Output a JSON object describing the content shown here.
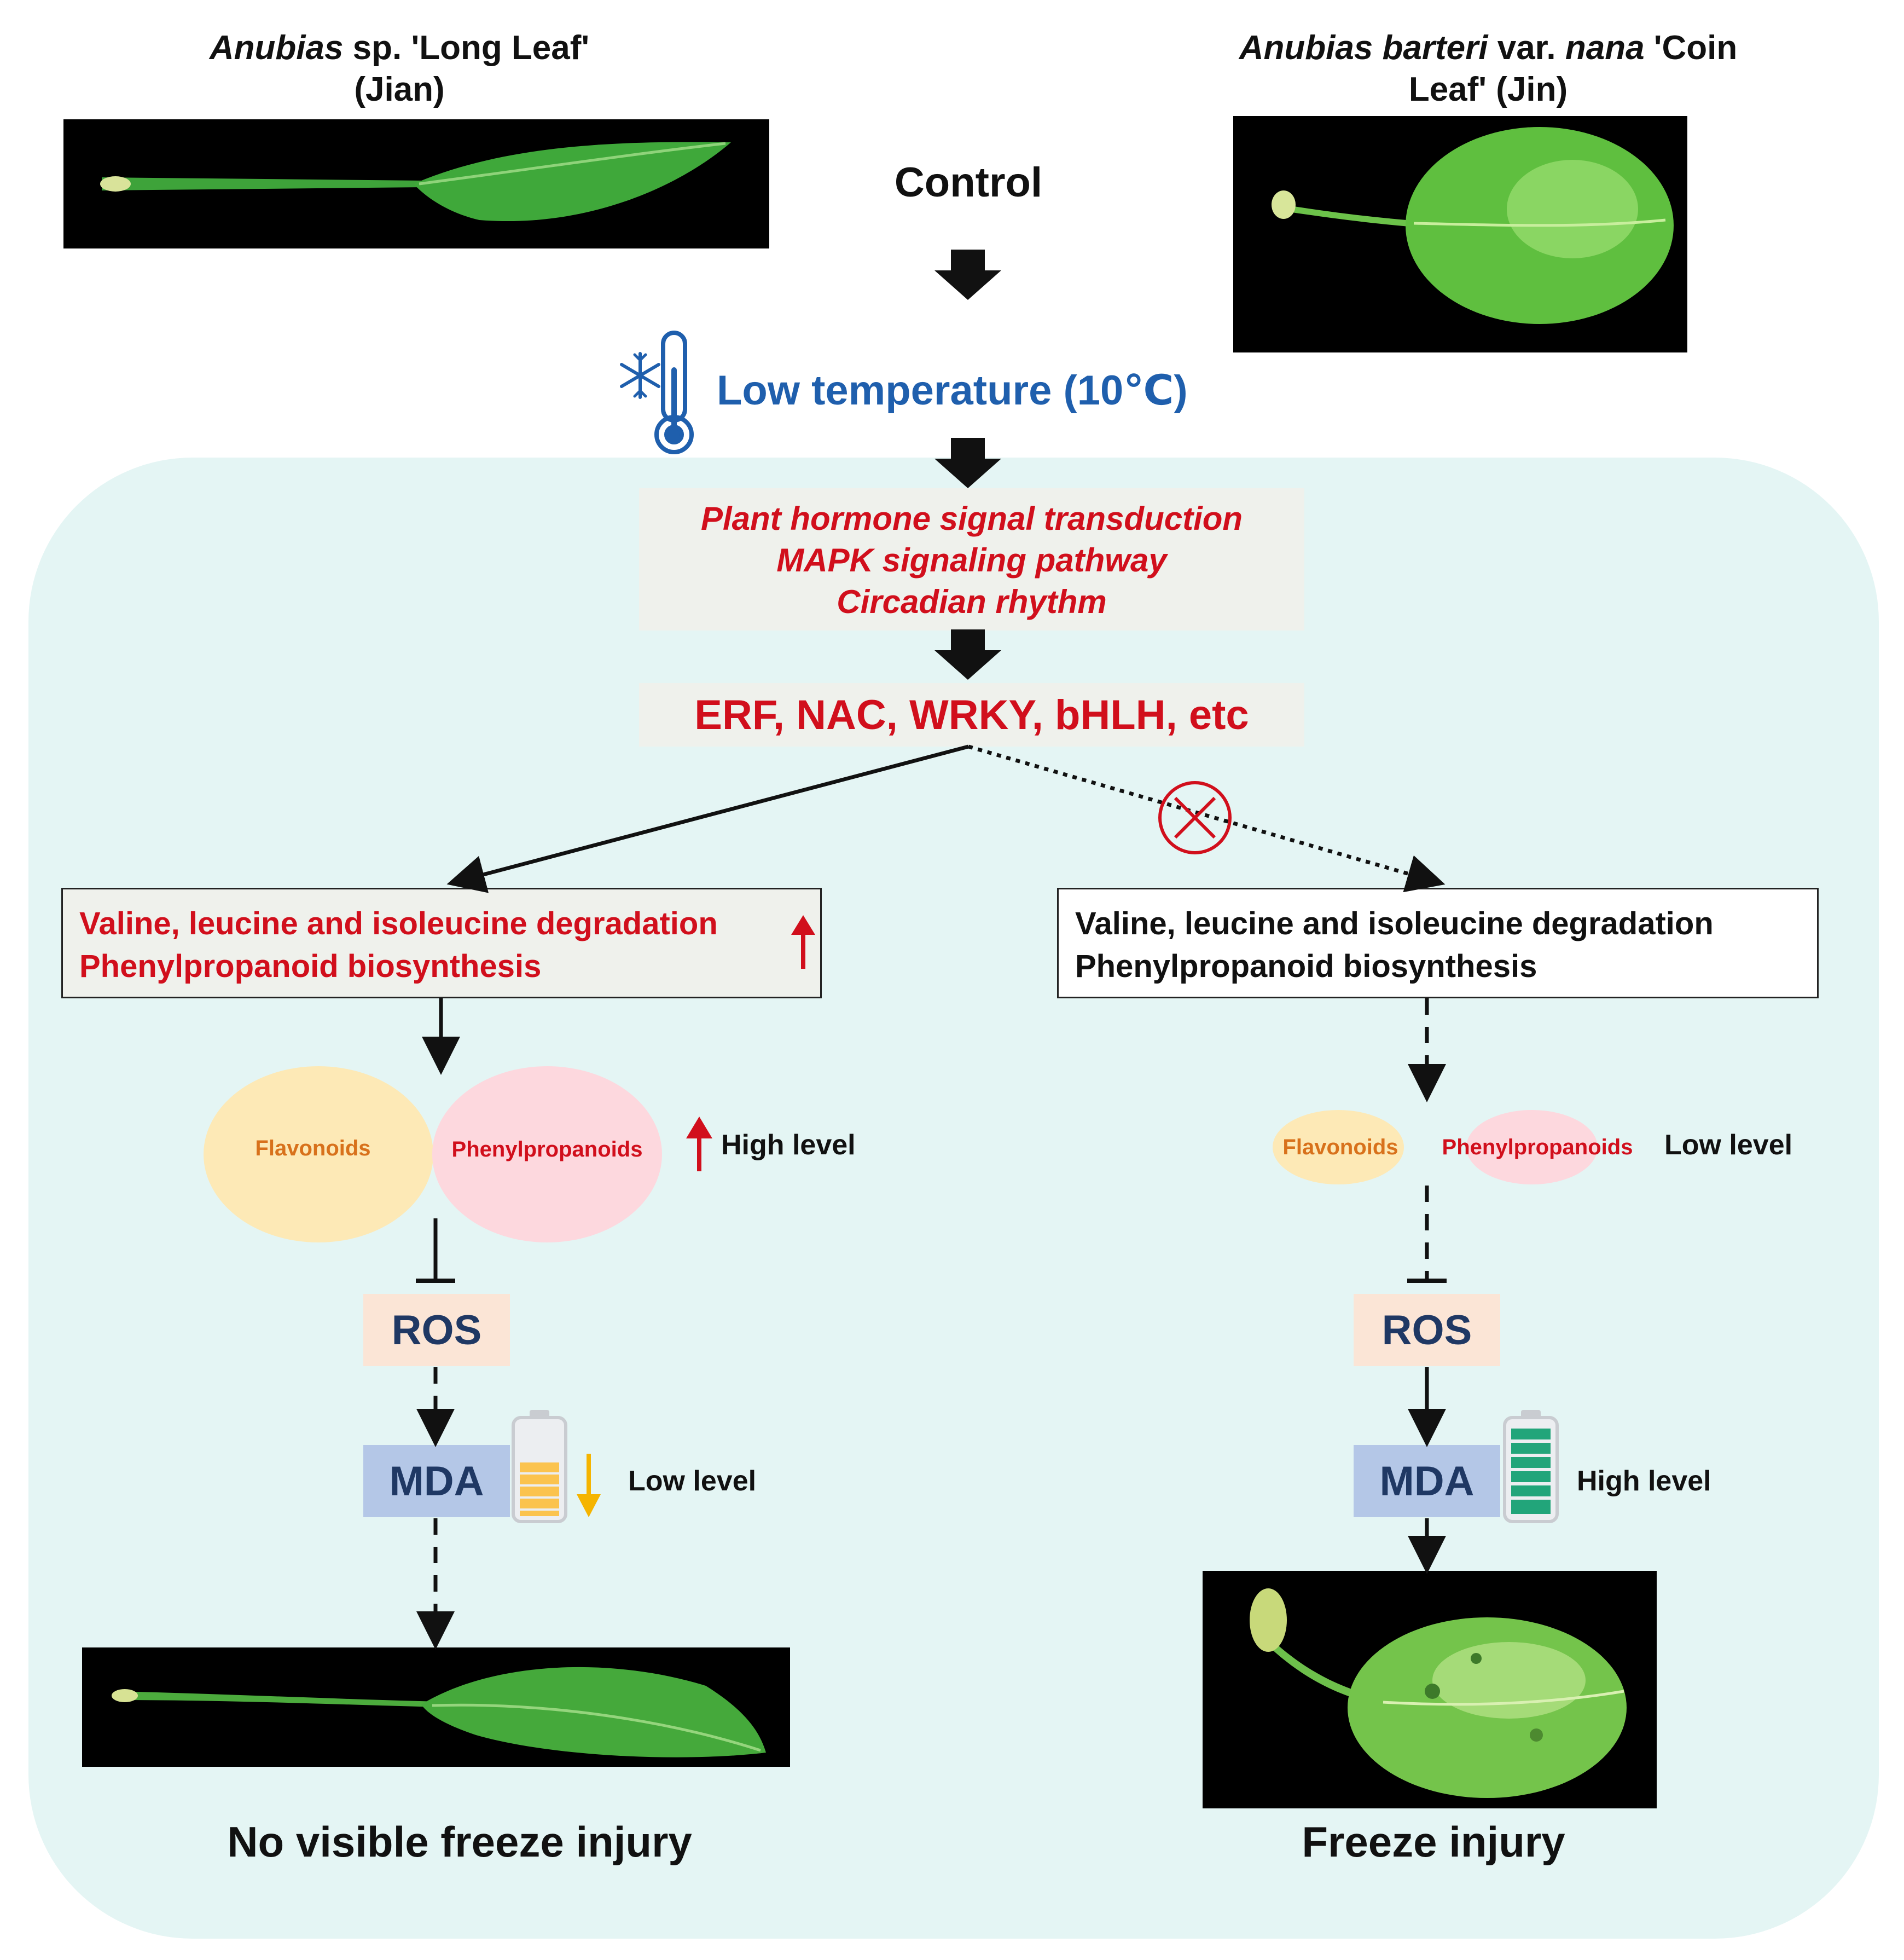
{
  "colors": {
    "panel": "#e4f5f4",
    "pathway_box": "#eff1ec",
    "red_text": "#d10f1c",
    "blue_text": "#1f5fad",
    "ros_box": "#fbe5d6",
    "ros_text": "#1f3864",
    "mda_box": "#b4c7e7",
    "flavonoid_fill": "#fde9b6",
    "flavonoid_text": "#d8711b",
    "phenyl_fill": "#fdd8de",
    "phenyl_text": "#d10f1c",
    "battery_yellow": "#fbc34e",
    "battery_green": "#22a57a",
    "down_arrow": "#f5b400"
  },
  "species": {
    "jian": {
      "title_italic": "Anubias",
      "title_rest": " sp. 'Long Leaf'",
      "subtitle": "(Jian)"
    },
    "jin": {
      "title_italic_1": "Anubias barteri",
      "title_mid": " var. ",
      "title_italic_2": "nana",
      "title_rest_1": " 'Coin",
      "title_line2": "Leaf'  (Jin)"
    }
  },
  "flow": {
    "control": "Control",
    "low_temp": "Low temperature (10℃)",
    "pathways": [
      "Plant hormone signal transduction",
      "MAPK signaling pathway",
      "Circadian rhythm"
    ],
    "tfs": "ERF, NAC, WRKY, bHLH, etc"
  },
  "left_branch": {
    "metabolism": [
      "Valine, leucine and isoleucine degradation",
      "Phenylpropanoid biosynthesis"
    ],
    "flavonoids": "Flavonoids",
    "phenylpropanoids": "Phenylpropanoids",
    "level_label": "High level",
    "ros": "ROS",
    "mda": "MDA",
    "mda_level": "Low level",
    "outcome": "No visible freeze injury"
  },
  "right_branch": {
    "metabolism": [
      "Valine, leucine and isoleucine degradation",
      "Phenylpropanoid biosynthesis"
    ],
    "flavonoids": "Flavonoids",
    "phenylpropanoids": "Phenylpropanoids",
    "level_label": "Low level",
    "ros": "ROS",
    "mda": "MDA",
    "mda_level": "High level",
    "outcome": "Freeze injury"
  },
  "icons": {
    "thermometer": "thermometer-snowflake-icon",
    "blocked": "blocked-x-icon",
    "battery_low": "battery-half-icon",
    "battery_high": "battery-full-icon"
  }
}
